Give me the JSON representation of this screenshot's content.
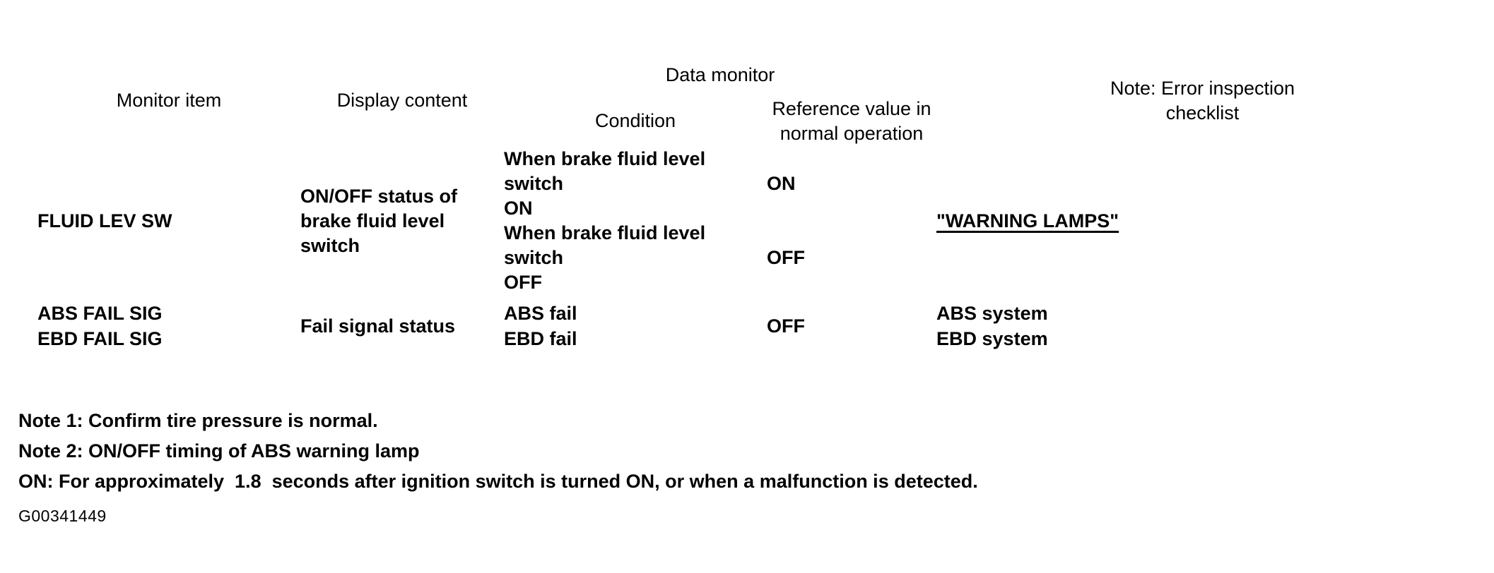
{
  "table": {
    "headers": {
      "monitor_item": "Monitor item",
      "display_content": "Display content",
      "data_monitor": "Data monitor",
      "condition": "Condition",
      "reference_value": "Reference value in\nnormal operation",
      "note_checklist": "Note: Error inspection\nchecklist"
    },
    "rows": [
      {
        "monitor_item": "FLUID LEV SW",
        "display_content": "ON/OFF status of\nbrake fluid level switch",
        "note_checklist": "\"WARNING LAMPS\"",
        "note_is_link": true,
        "sub_rows": [
          {
            "condition": "When brake fluid level switch\nON",
            "reference_value": "ON"
          },
          {
            "condition": "When brake fluid level switch\nOFF",
            "reference_value": "OFF"
          }
        ]
      },
      {
        "monitor_item": "ABS FAIL SIG\nEBD FAIL SIG",
        "display_content": "Fail signal status",
        "note_checklist": "ABS system\nEBD system",
        "note_is_link": false,
        "sub_rows": [
          {
            "condition": "ABS fail\nEBD fail",
            "reference_value": "OFF"
          }
        ]
      }
    ]
  },
  "notes": {
    "note1": "Note 1: Confirm tire pressure is normal.",
    "note2": "Note 2: ON/OFF timing of ABS warning lamp",
    "note3": "ON: For approximately  1.8  seconds after ignition switch is turned ON, or when a malfunction is detected."
  },
  "figure_code": "G00341449"
}
